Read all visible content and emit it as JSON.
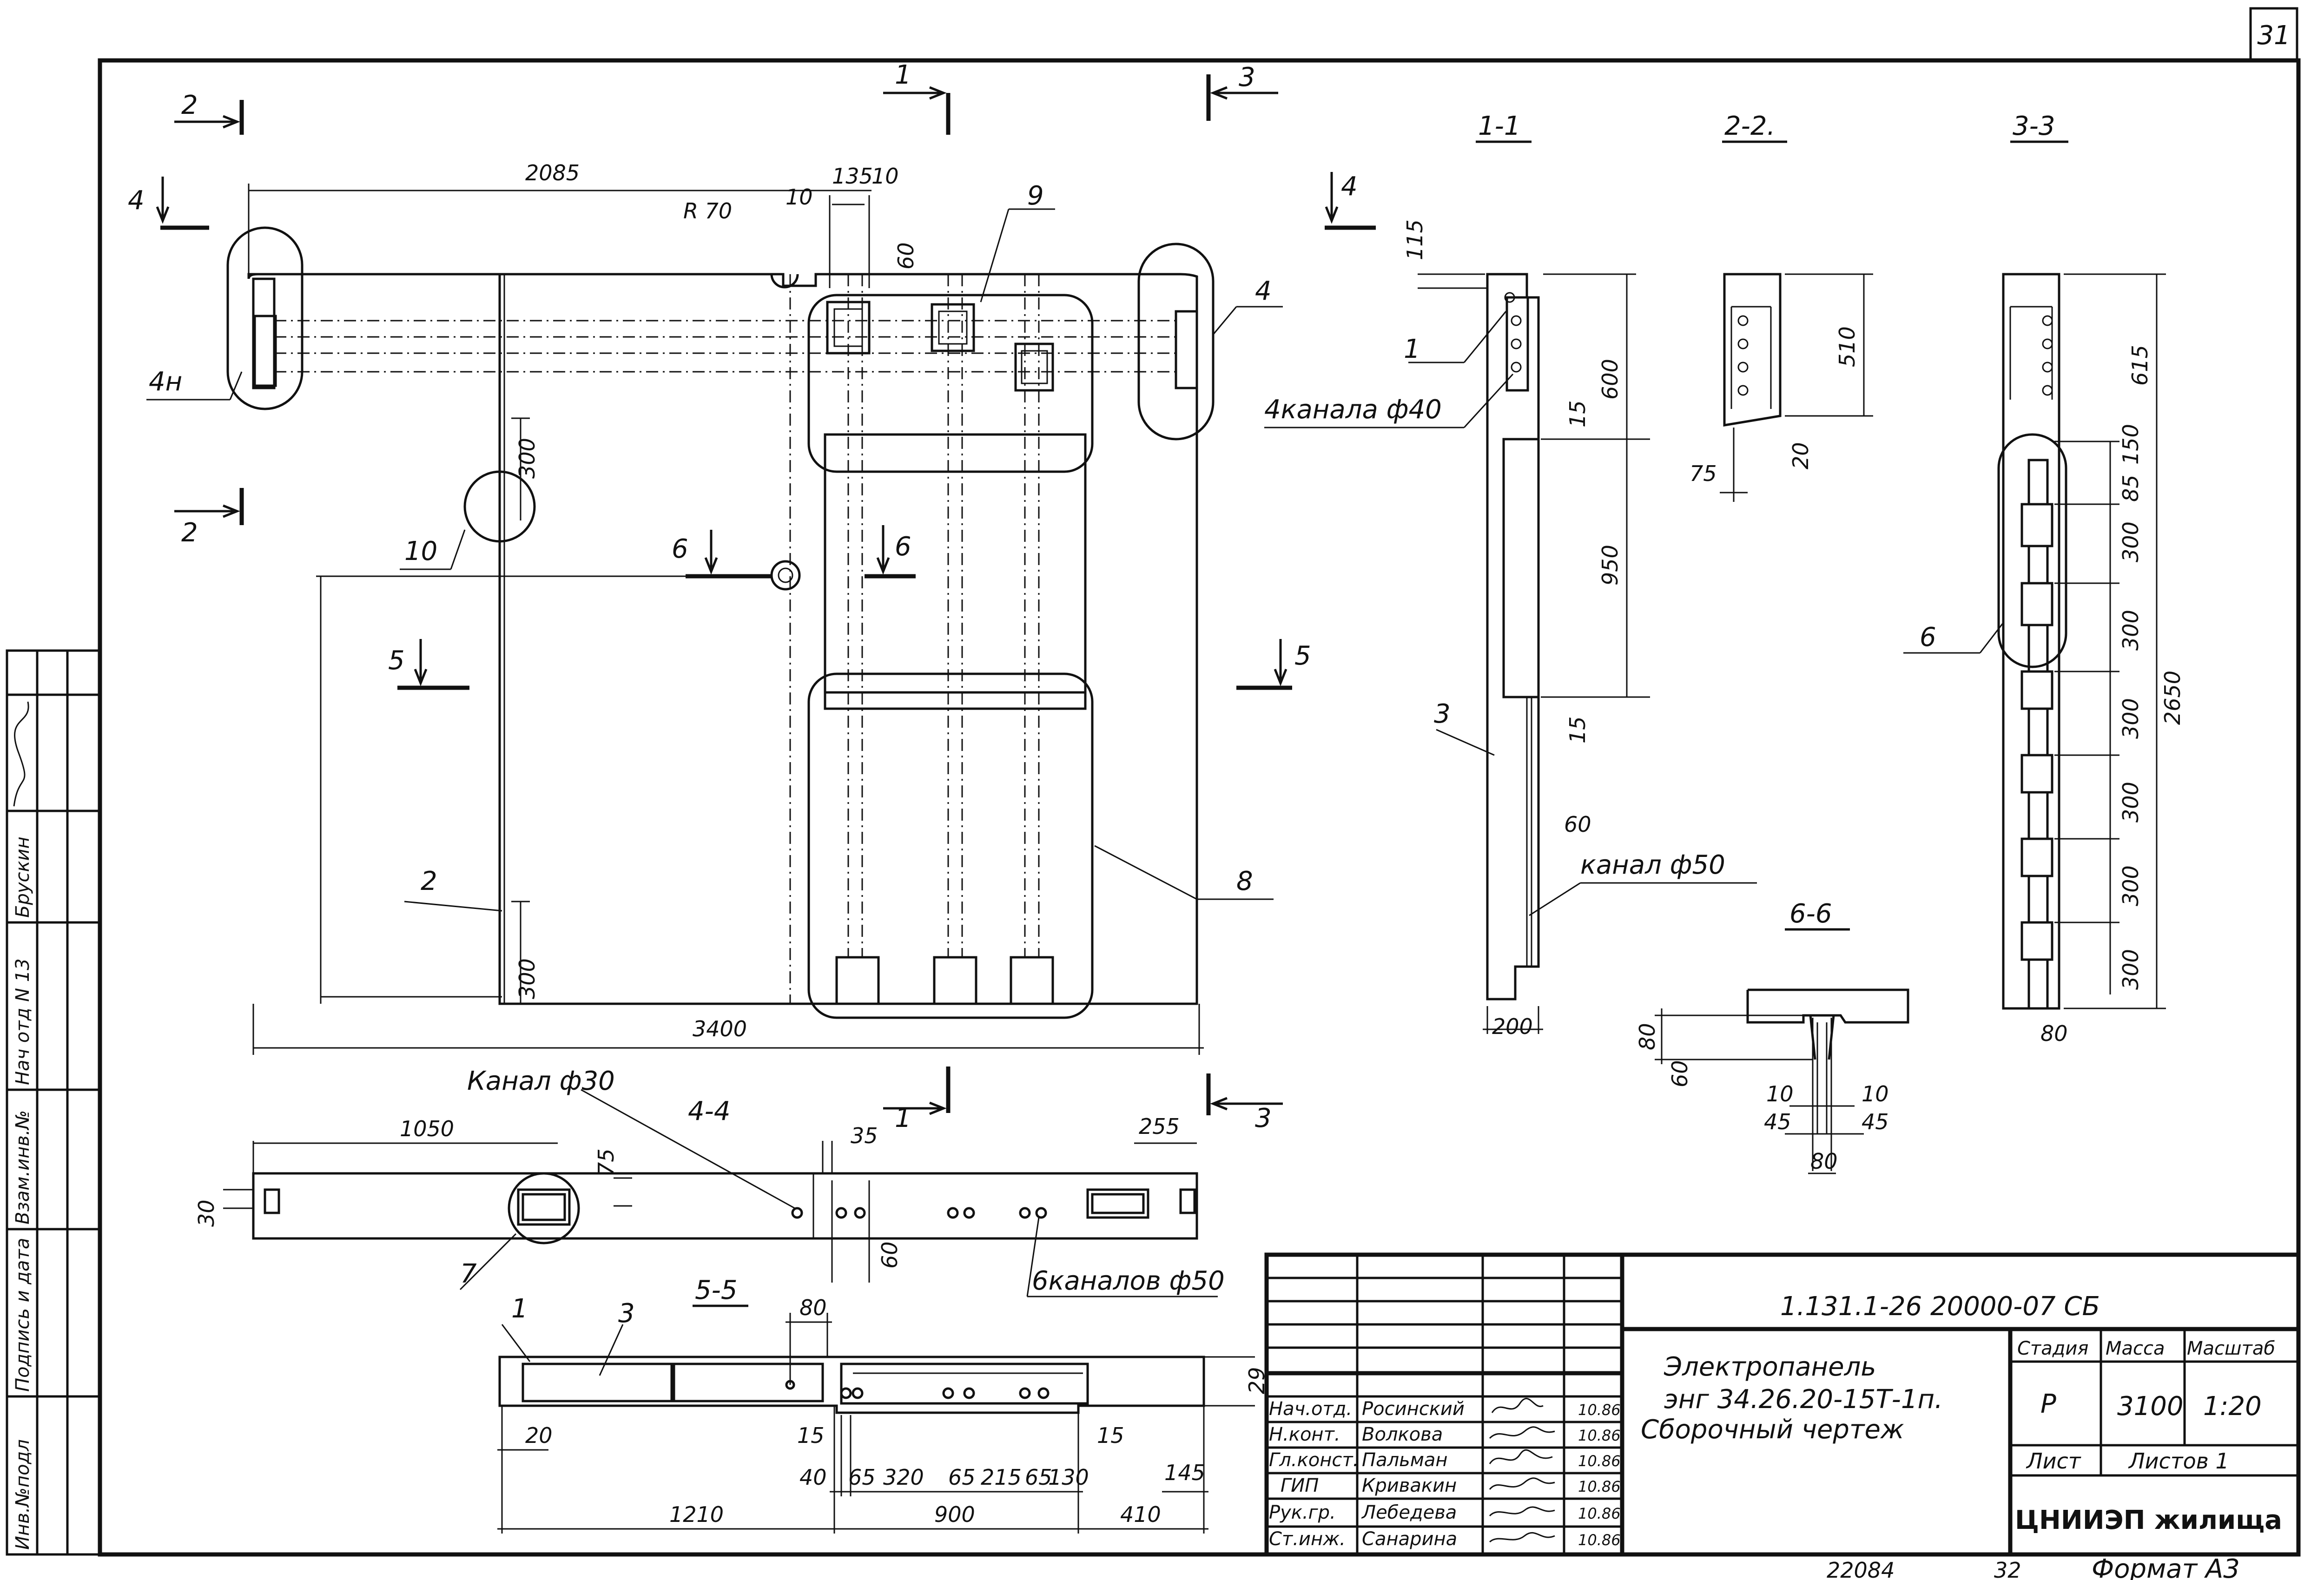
{
  "sheet_number": "31",
  "main_view": {
    "dimensions": {
      "overall_width": "3400",
      "top_length": "2085",
      "notch_radius": "R 70",
      "slot_gap_a": "10",
      "slot_width": "135",
      "slot_gap_b": "10",
      "slot_depth": "60",
      "step_300_top": "300",
      "step_300_bottom": "300"
    },
    "callouts": {
      "p1": "1",
      "p2": "2",
      "p3": "3",
      "p4": "4",
      "p4n": "4н",
      "p6": "6",
      "p8": "8",
      "p9": "9",
      "p10": "10"
    },
    "cut_marks": {
      "c1": "1",
      "c2": "2",
      "c3": "3",
      "c4": "4",
      "c5": "5",
      "c6": "6"
    }
  },
  "section_1_1": {
    "title": "1-1",
    "dims": [
      "115",
      "600",
      "15",
      "950",
      "15",
      "60",
      "200"
    ],
    "labels": {
      "p1": "1",
      "channels40": "4канала ф40",
      "p3": "3",
      "channel50": "канал ф50"
    }
  },
  "section_2_2": {
    "title": "2-2.",
    "dims": [
      "510",
      "20",
      "75"
    ]
  },
  "section_3_3": {
    "title": "3-3",
    "dims": [
      "615",
      "150",
      "85",
      "300",
      "300",
      "300",
      "300",
      "300",
      "300",
      "2650",
      "80"
    ],
    "labels": {
      "p6": "6"
    }
  },
  "section_6_6": {
    "title": "6-6",
    "dims": [
      "80",
      "60",
      "10",
      "10",
      "45",
      "45",
      "80"
    ]
  },
  "section_4_4": {
    "title": "4-4",
    "dims": [
      "1050",
      "35",
      "255",
      "75",
      "30",
      "60"
    ],
    "labels": {
      "channel30": "Канал ф30",
      "p7": "7",
      "channels50": "6каналов ф50"
    }
  },
  "section_5_5": {
    "title": "5-5",
    "dims": [
      "80",
      "29",
      "20",
      "15",
      "15",
      "145",
      "40",
      "65",
      "320",
      "65",
      "215",
      "65",
      "130",
      "1210",
      "900",
      "410"
    ],
    "labels": {
      "p1": "1",
      "p3": "3"
    }
  },
  "side_stamp": {
    "fields": [
      "Инв.№подл",
      "Подпись и дата",
      "Взам.инв.№",
      "Нач отд N 13",
      "Брускин"
    ]
  },
  "title_block": {
    "doc_code": "1.131.1-26   20000-07 СБ",
    "title_lines": [
      "Электропанель",
      "энг 34.26.20-15Т-1п.",
      "Сборочный чертеж"
    ],
    "stage_header": "Стадия",
    "mass_header": "Масса",
    "scale_header": "Масштаб",
    "stage": "Р",
    "mass": "3100",
    "scale": "1:20",
    "sheet_label": "Лист",
    "sheets_label": "Листов 1",
    "org": "ЦНИИЭП жилища",
    "staff": [
      {
        "role": "Нач.отд.",
        "name": "Росинский",
        "date": "10.86"
      },
      {
        "role": "Н.конт.",
        "name": "Волкова",
        "date": "10.86"
      },
      {
        "role": "Гл.конст.",
        "name": "Пальман",
        "date": "10.86"
      },
      {
        "role": "ГИП",
        "name": "Кривакин",
        "date": "10.86"
      },
      {
        "role": "Рук.гр.",
        "name": "Лебедева",
        "date": "10.86"
      },
      {
        "role": "Ст.инж.",
        "name": "Санарина",
        "date": "10.86"
      }
    ]
  },
  "footer": {
    "archive_no": "22084",
    "page_no": "32",
    "format": "Формат А3"
  }
}
